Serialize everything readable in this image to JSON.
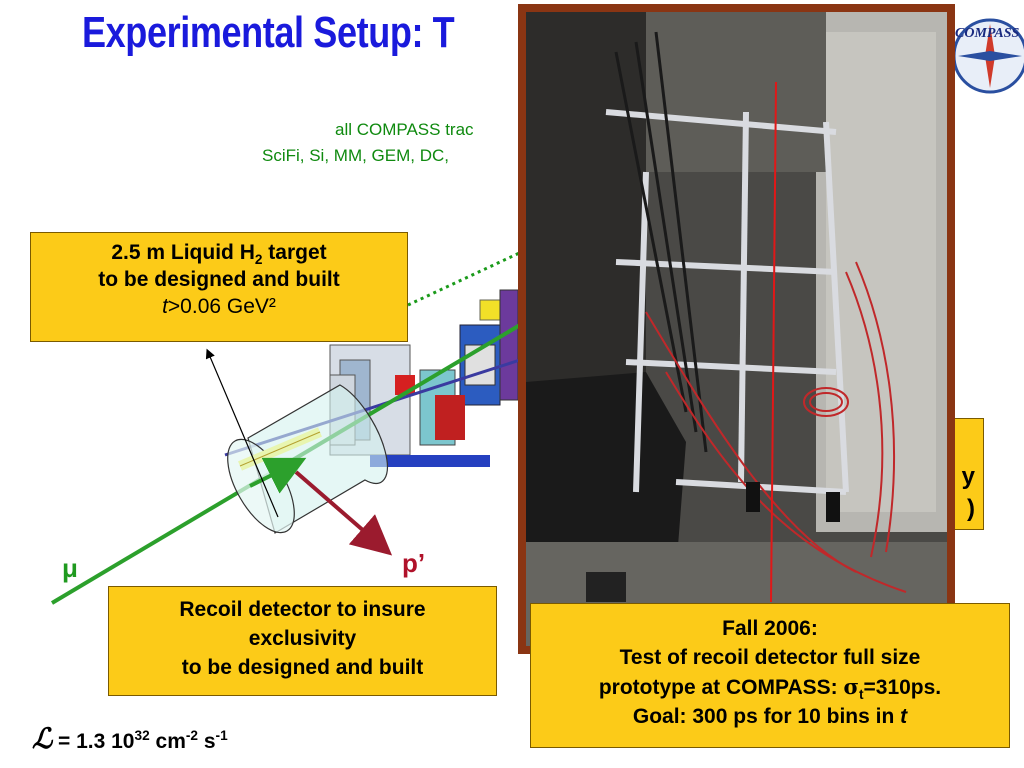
{
  "title": "Experimental Setup: T",
  "tracker_line1": "all COMPASS trac",
  "tracker_line2": "SciFi, Si, MM, GEM, DC,",
  "logo_text": "COMPASS",
  "target_box": {
    "line1_pre": "2.5 m Liquid H",
    "line1_sub": "2",
    "line1_post": " target",
    "line2": "to be designed and built",
    "line3_italic": "t",
    "line3_rest": ">0.06 GeV²"
  },
  "recoil_box": {
    "line1": "Recoil detector to insure",
    "line2": "exclusivity",
    "line3": "to be designed and built"
  },
  "fall_box": {
    "line1": "Fall 2006:",
    "line2": "Test of recoil detector full size",
    "line3_pre": "prototype at COMPASS: ",
    "line3_sigma": "σ",
    "line3_sub": "t",
    "line3_post": "=310ps.",
    "line4_pre": "Goal: 300 ps for 10 bins in ",
    "line4_italic": "t"
  },
  "partial_box": {
    "line1": "y",
    "line2": ")"
  },
  "label_mu": "μ",
  "label_p": "p’",
  "luminosity": {
    "symbol": "ℒ",
    "text": " = 1.3 10",
    "exp1": "32",
    "unit": " cm",
    "exp2": "-2",
    "s": " s",
    "exp3": "-1"
  },
  "colors": {
    "title": "#1a1adc",
    "box_fill": "#fccb18",
    "photo_frame": "#8a3513",
    "beam_green": "#2ca02c",
    "recoil_red": "#9b1b2e"
  }
}
